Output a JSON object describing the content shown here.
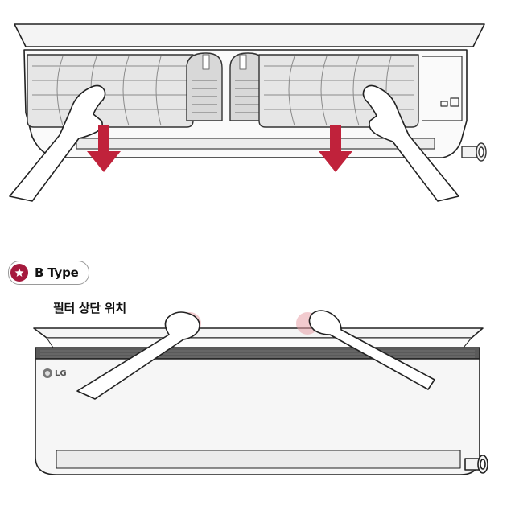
{
  "badge": {
    "label": "B Type",
    "icon": "star-icon",
    "color": "#a5193d"
  },
  "caption": "필터 상단 위치",
  "brand_logo": "LG",
  "colors": {
    "arrow": "#c0223b",
    "highlight": "#e8a0a8",
    "outline": "#222222"
  }
}
